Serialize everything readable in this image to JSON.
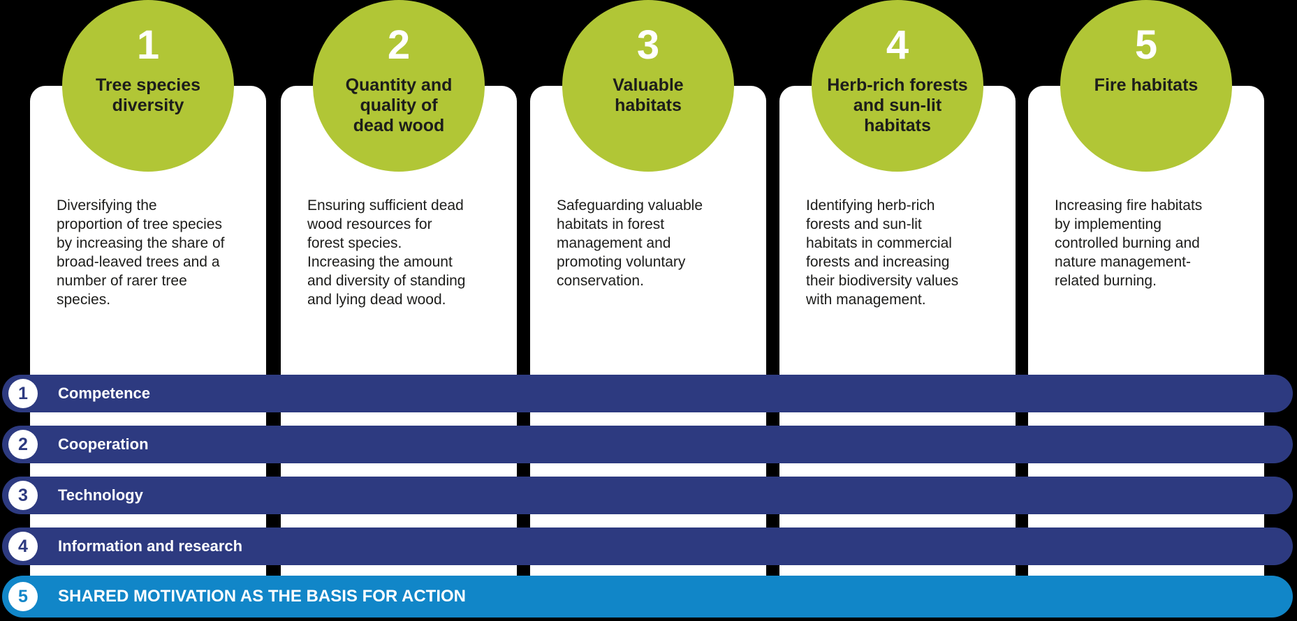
{
  "colors": {
    "background": "#000000",
    "card": "#ffffff",
    "green": "#b1c636",
    "navy": "#2d3a80",
    "blue": "#1186c8",
    "text": "#1d1d1b"
  },
  "pillars": [
    {
      "number": "1",
      "title": "Tree species\ndiversity",
      "description": "Diversifying the\nproportion of tree species\nby increasing the share of\nbroad-leaved trees and a\nnumber of rarer tree\nspecies."
    },
    {
      "number": "2",
      "title": "Quantity and\nquality of\ndead wood",
      "description": "Ensuring sufficient dead\nwood resources for\nforest species.\nIncreasing the amount\nand diversity of standing\nand lying dead wood."
    },
    {
      "number": "3",
      "title": "Valuable\nhabitats",
      "description": "Safeguarding valuable\nhabitats in forest\nmanagement and\npromoting voluntary\nconservation."
    },
    {
      "number": "4",
      "title": "Herb-rich forests\nand sun-lit\nhabitats",
      "description": "Identifying herb-rich\nforests and sun-lit\nhabitats in commercial\nforests and increasing\ntheir biodiversity values\nwith management."
    },
    {
      "number": "5",
      "title": "Fire habitats",
      "description": "Increasing fire habitats\nby implementing\ncontrolled burning and\nnature management-\nrelated burning."
    }
  ],
  "bars": [
    {
      "number": "1",
      "label": "Competence"
    },
    {
      "number": "2",
      "label": "Cooperation"
    },
    {
      "number": "3",
      "label": "Technology"
    },
    {
      "number": "4",
      "label": "Information and research"
    },
    {
      "number": "5",
      "label": "SHARED MOTIVATION AS THE BASIS FOR ACTION"
    }
  ]
}
